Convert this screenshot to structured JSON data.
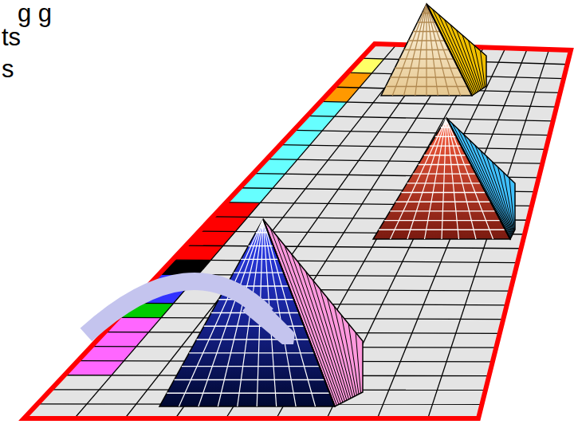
{
  "diagram": {
    "labels": [
      "g g",
      "ts",
      "s"
    ]
  }
}
